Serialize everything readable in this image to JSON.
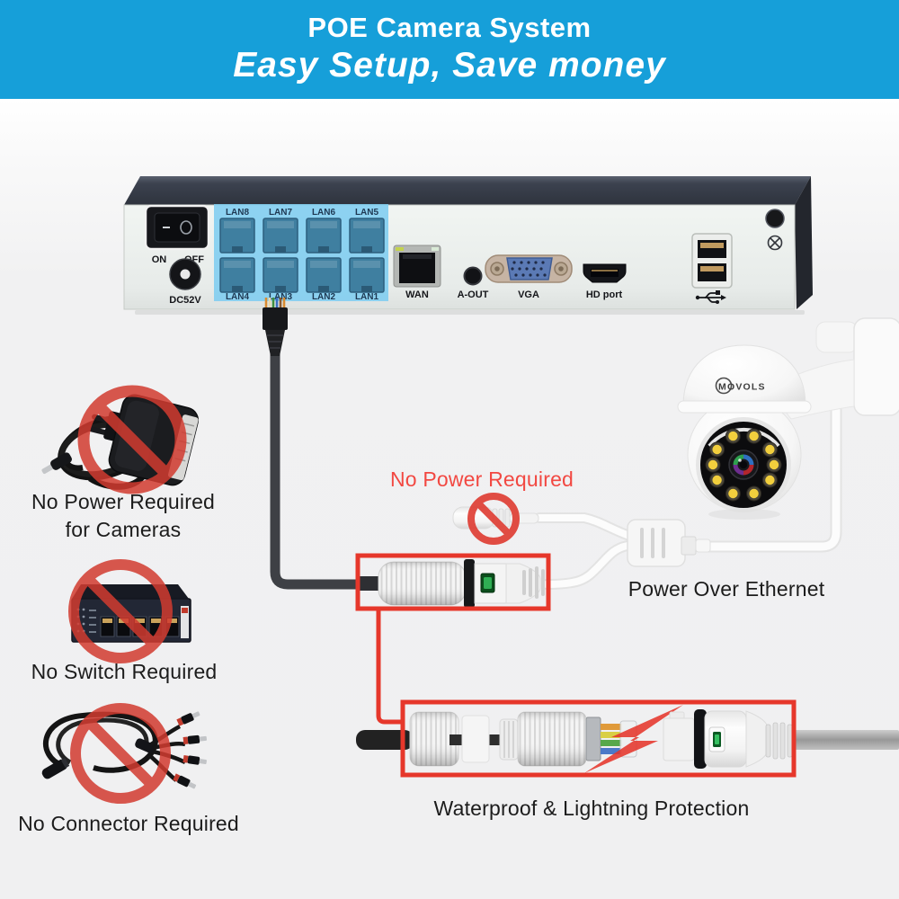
{
  "header": {
    "title": "POE Camera System",
    "subtitle": "Easy Setup, Save money",
    "bg_color": "#169fd9"
  },
  "nvr": {
    "on_label": "ON",
    "off_label": "OFF",
    "dc_label": "DC52V",
    "lan_top": [
      "LAN8",
      "LAN7",
      "LAN6",
      "LAN5"
    ],
    "lan_bottom": [
      "LAN4",
      "LAN3",
      "LAN2",
      "LAN1"
    ],
    "wan_label": "WAN",
    "aout_label": "A-OUT",
    "vga_label": "VGA",
    "hd_label": "HD port"
  },
  "camera": {
    "brand": "MOVOLS",
    "led_count": 10
  },
  "annotations": {
    "no_power_for_cameras_1": "No Power Required",
    "no_power_for_cameras_2": "for Cameras",
    "no_switch": "No Switch Required",
    "no_connector": "No Connector Required",
    "no_power_required": "No Power Required",
    "power_over_ethernet": "Power Over Ethernet",
    "waterproof_lightning": "Waterproof & Lightning Protection"
  },
  "colors": {
    "header_blue": "#169fd9",
    "accent_red": "#e6372b",
    "prohibition_red": "#d23b30",
    "annotation_red_text": "#f24842",
    "lan_highlight": "#7ecdf0",
    "led_yellow": "#f2cf3d",
    "led_green": "#2fae54"
  },
  "icons": [
    "prohibition-icon",
    "lightning-bolt-icon",
    "usb-icon",
    "ground-icon",
    "movols-logo-circle"
  ]
}
